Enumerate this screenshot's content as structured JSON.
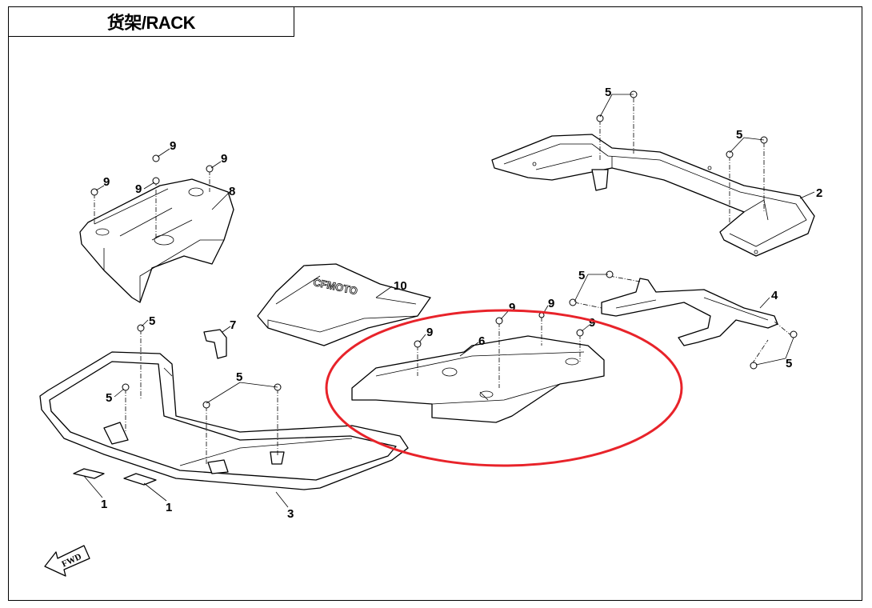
{
  "title": "货架/RACK",
  "callouts": [
    "1",
    "1",
    "2",
    "3",
    "4",
    "5",
    "5",
    "5",
    "5",
    "5",
    "5",
    "5",
    "6",
    "7",
    "8",
    "9",
    "9",
    "9",
    "9",
    "9",
    "9",
    "9",
    "9",
    "10"
  ],
  "fwd_label": "FWD",
  "logo_text": "CFMOTO",
  "highlight_color": "#e8232a"
}
